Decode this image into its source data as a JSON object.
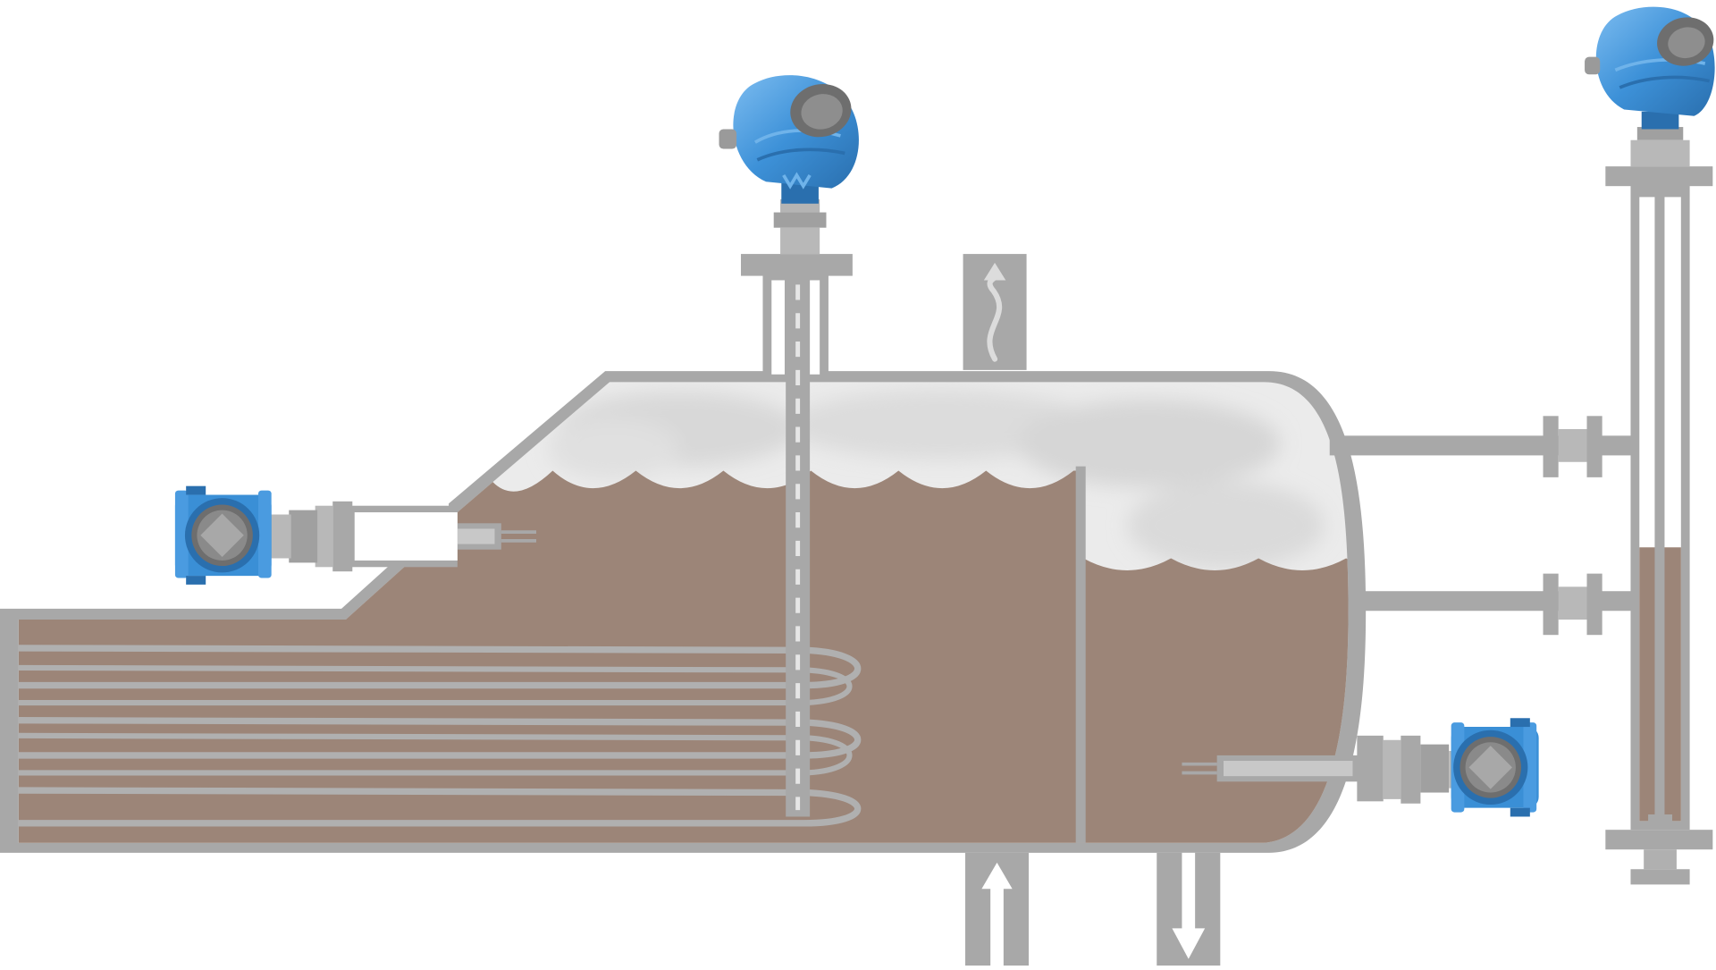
{
  "diagram": {
    "kind": "kettle reboiler with level instrumentation",
    "colors": {
      "background": "#ffffff",
      "steel": "#a8a8a8",
      "steel_dark": "#8f8f8f",
      "steel_light": "#c4c4c4",
      "liquid": "#9c8578",
      "vapor": "#ebebeb",
      "vapor_shadow": "#d6d6d6",
      "instrument_blue": "#3a8fd6",
      "instrument_blue_dark": "#2a6fae",
      "instrument_blue_light": "#6fb3ea",
      "window_glass": "#6e6e6e"
    },
    "components": {
      "shell": "kettle-shell",
      "tube_bundle": "u-tube-bundle",
      "weir": "overflow-weir",
      "radar_transmitter_top": "guided-wave-radar",
      "radar_transmitter_chamber": "guided-wave-radar-on-chamber",
      "temperature_transmitter_left": "temperature-transmitter",
      "temperature_transmitter_right": "temperature-transmitter",
      "external_chamber": "external-cage",
      "vapor_outlet": "vapor-outlet-up",
      "feed_inlet": "feed-inlet-up",
      "product_outlet": "product-outlet-down"
    },
    "tube_count": 5,
    "weir_side_liquid_level": 0.79,
    "chamber_liquid_level": 0.45
  }
}
